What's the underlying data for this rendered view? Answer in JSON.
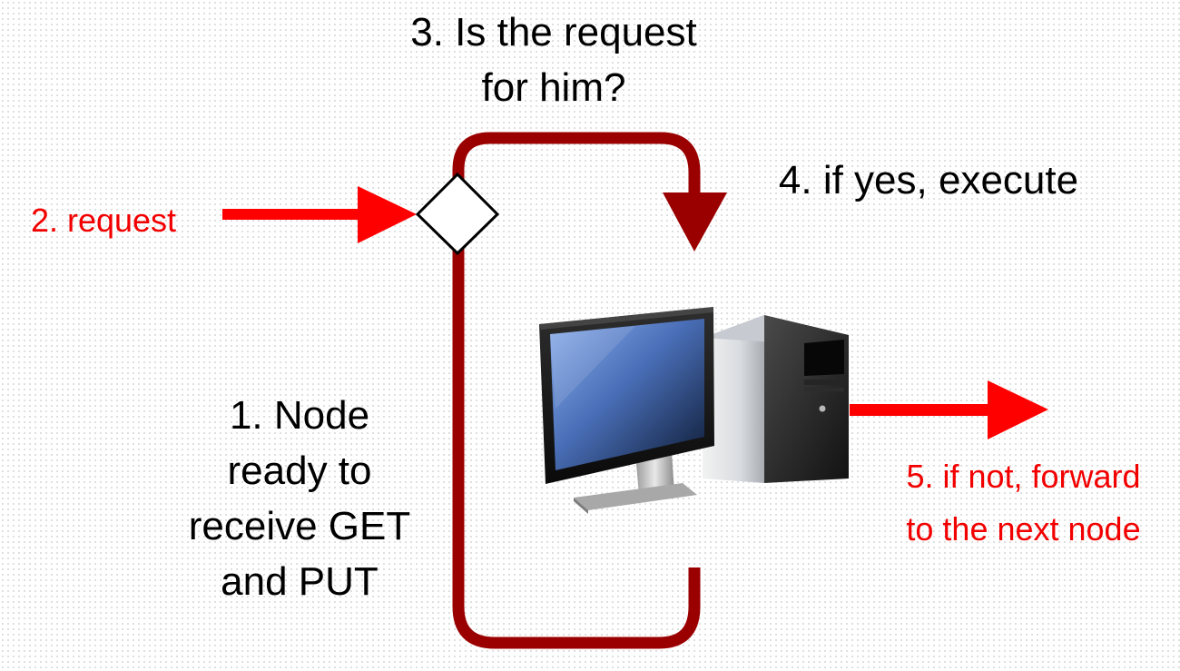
{
  "diagram": {
    "colors": {
      "loop": "#9b0000",
      "arrow": "#ff0000",
      "red_text": "#f20000",
      "black_text": "#000000",
      "screen_blue": "#5d86d6",
      "case_gray": "#3a3a3a"
    },
    "labels": {
      "step1_lines": [
        "1. Node",
        "ready to",
        "receive GET",
        "and PUT"
      ],
      "step2": "2. request",
      "step3_lines": [
        "3. Is the request",
        "for him?"
      ],
      "step4": "4. if yes, execute",
      "step5_lines": [
        "5. if not, forward",
        "to the next node"
      ]
    },
    "icons": {
      "node": "desktop-computer-icon",
      "decision": "decision-diamond"
    }
  }
}
